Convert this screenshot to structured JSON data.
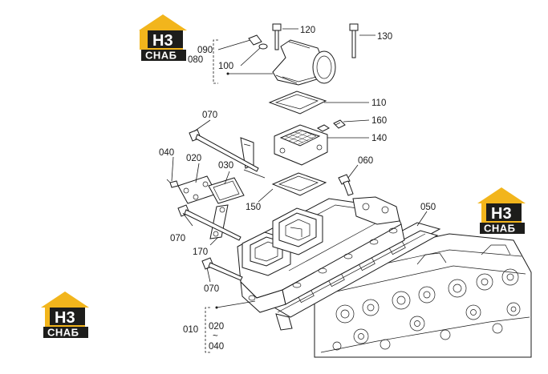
{
  "watermark": {
    "top": "H3",
    "bottom": "СНАБ",
    "colors": {
      "roof": "#f2b51c",
      "base": "#1d1d1b",
      "text": "#ffffff"
    }
  },
  "callouts": {
    "c010": "010",
    "c020_low": "020",
    "c040_low": "040",
    "c020": "020",
    "c030": "030",
    "c040": "040",
    "c050": "050",
    "c060": "060",
    "c070_a": "070",
    "c070_b": "070",
    "c070_c": "070",
    "c080": "080",
    "c090": "090",
    "c100": "100",
    "c110": "110",
    "c120": "120",
    "c130": "130",
    "c140": "140",
    "c150": "150",
    "c160": "160",
    "c170": "170",
    "tilde": "~"
  }
}
